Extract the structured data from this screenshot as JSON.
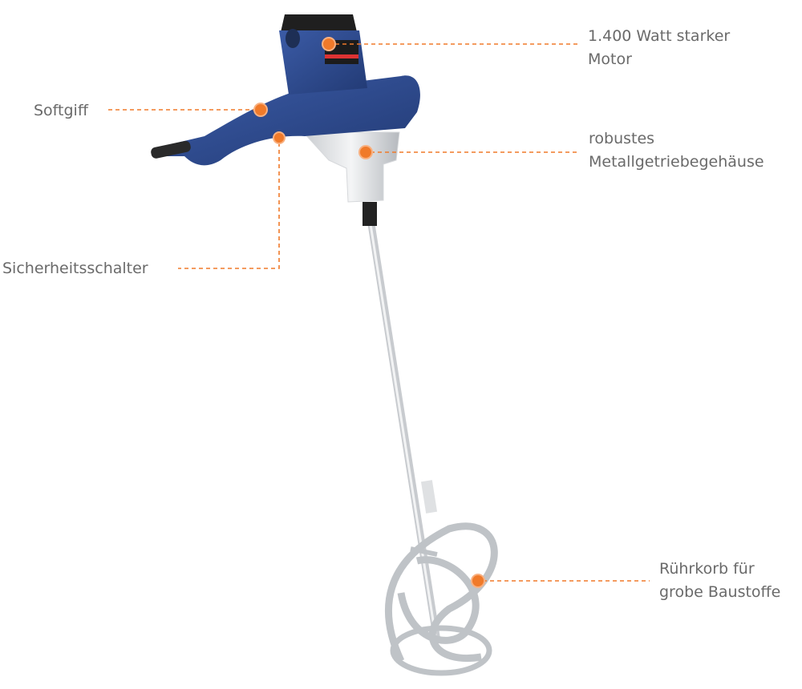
{
  "colors": {
    "accent": "#f07a2a",
    "body": "#2f4c8f",
    "text": "#6a6a6a"
  },
  "callouts": {
    "motor": {
      "line1": "1.400 Watt starker",
      "line2": "Motor"
    },
    "grip": {
      "line1": "Softgiff"
    },
    "gearbox": {
      "line1": "robustes",
      "line2": "Metallgetriebegehäuse"
    },
    "switch": {
      "line1": "Sicherheitsschalter"
    },
    "paddle": {
      "line1": "Rührkorb für",
      "line2": "grobe Baustoffe"
    }
  }
}
